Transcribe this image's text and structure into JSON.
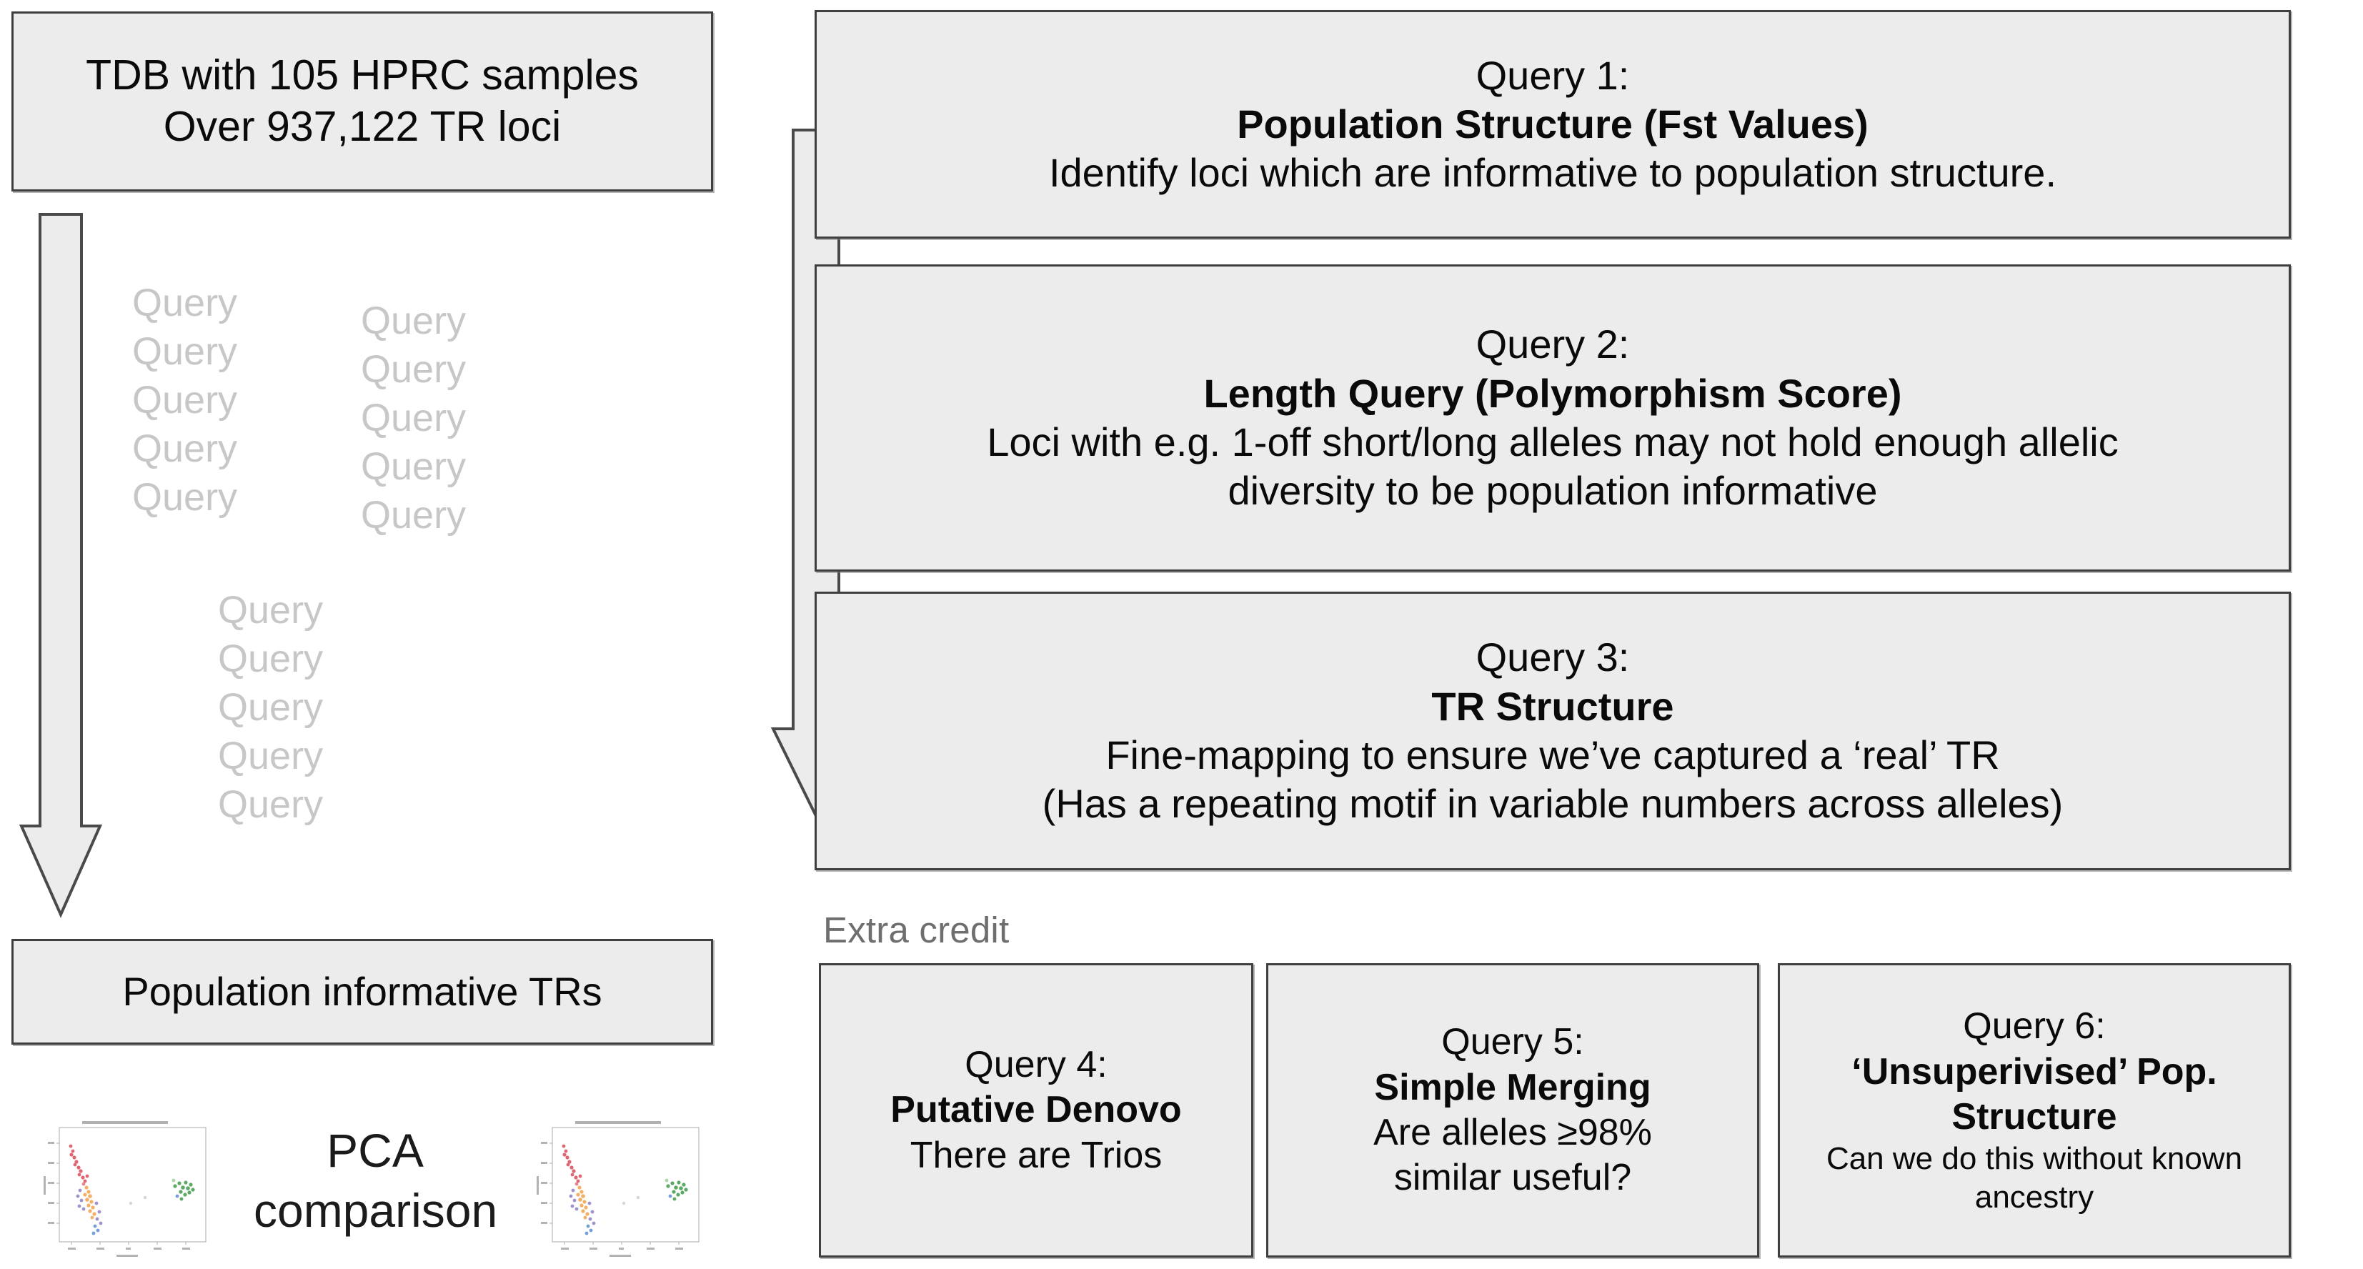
{
  "source_box": {
    "line1": "TDB with 105 HPRC samples",
    "line2": "Over 937,122 TR loci"
  },
  "result_box": {
    "label": "Population informative TRs"
  },
  "pca": {
    "label_line1": "PCA",
    "label_line2": "comparison"
  },
  "query_cloud": {
    "word": "Query",
    "column_a": [
      "Query",
      "Query",
      "Query",
      "Query",
      "Query"
    ],
    "column_b": [
      "Query",
      "Query",
      "Query",
      "Query",
      "Query"
    ],
    "column_c": [
      "Query",
      "Query",
      "Query",
      "Query",
      "Query"
    ]
  },
  "extra_credit": {
    "caption": "Extra credit"
  },
  "queries": {
    "q1": {
      "number": "Query 1:",
      "title": "Population Structure (Fst Values)",
      "body_line1": "Identify loci which are informative to population structure."
    },
    "q2": {
      "number": "Query 2:",
      "title": "Length Query (Polymorphism Score)",
      "body_line1": "Loci with e.g. 1-off short/long alleles may not hold enough allelic",
      "body_line2": "diversity to be population informative"
    },
    "q3": {
      "number": "Query 3:",
      "title": "TR Structure",
      "body_line1": "Fine-mapping to ensure we’ve captured a ‘real’ TR",
      "body_line2": "(Has a repeating motif in variable numbers across alleles)"
    },
    "q4": {
      "number": "Query 4:",
      "title": "Putative Denovo",
      "body_line1": "There are Trios"
    },
    "q5": {
      "number": "Query 5:",
      "title": "Simple Merging",
      "body_line1": "Are alleles ≥98%",
      "body_line2": "similar useful?"
    },
    "q6": {
      "number": "Query 6:",
      "title_line1": "‘Unsuperivised’ Pop.",
      "title_line2": "Structure",
      "body_line1": "Can we do this without known",
      "body_line2": "ancestry"
    }
  },
  "colors": {
    "box_fill": "#ececec",
    "box_border": "#3f3f3f",
    "faded_text": "#c7c7c7",
    "caption_text": "#6e6e6e",
    "pca_cluster_red": "#d94b5a",
    "pca_cluster_orange": "#f0a24b",
    "pca_cluster_green": "#3f9b4a",
    "pca_cluster_purple": "#8e7fc4",
    "pca_cluster_blue": "#5b8fd0"
  }
}
